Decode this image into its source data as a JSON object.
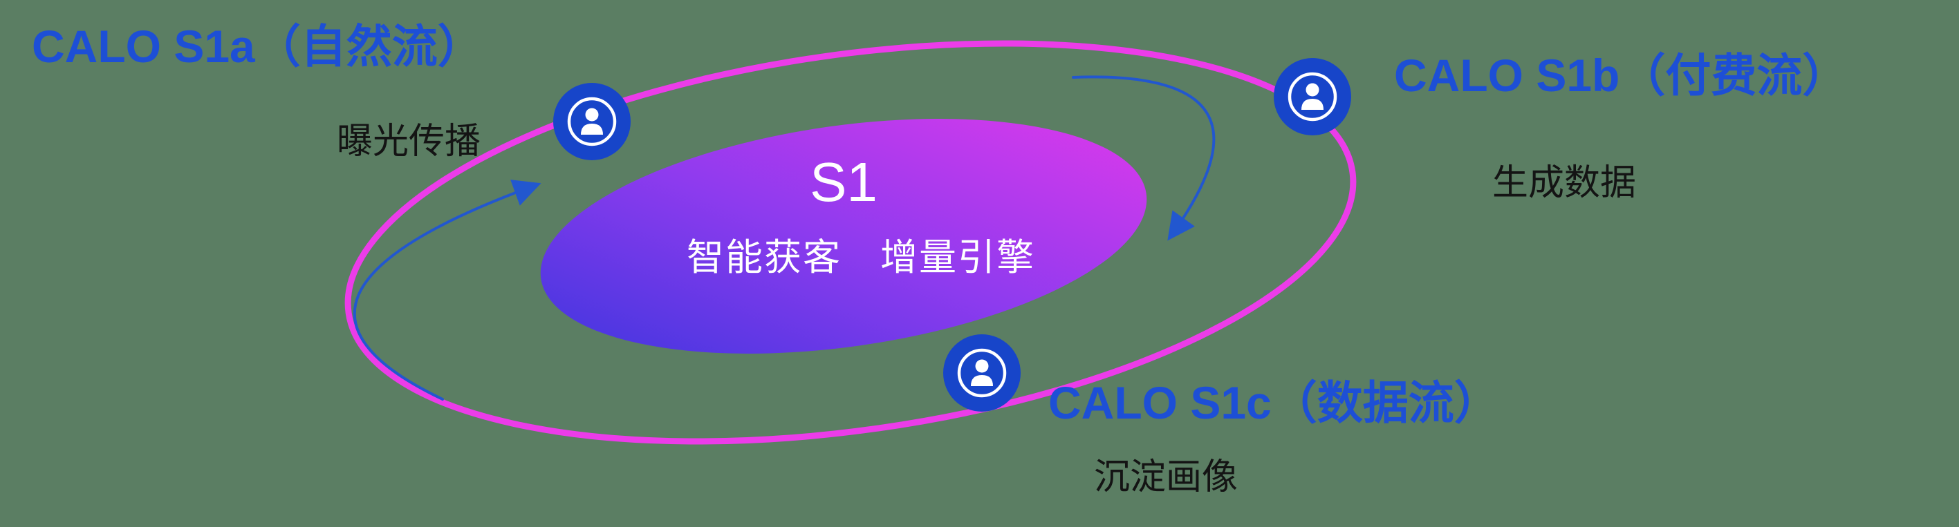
{
  "canvas": {
    "background": "#5b7e63"
  },
  "core": {
    "title": "S1",
    "subtitle": "智能获客　增量引擎"
  },
  "satellites": [
    {
      "id": "s1a",
      "label": "CALO S1a（自然流）",
      "sublabel": "曝光传播"
    },
    {
      "id": "s1b",
      "label": "CALO S1b（付费流）",
      "sublabel": "生成数据"
    },
    {
      "id": "s1c",
      "label": "CALO S1c（数据流）",
      "sublabel": "沉淀画像"
    }
  ],
  "icons": {
    "node": "user-in-circle-icon",
    "flow": "curved-arrow-icon"
  },
  "colors": {
    "background": "#5b7e63",
    "label_blue": "#1d4fd6",
    "sublabel_dark": "#141414",
    "orbit_pink": "#ec3ce9",
    "node_blue": "#1745c9",
    "arrow_blue": "#2257cf",
    "core_text": "#ffffff",
    "core_gradient_start": "#4336df",
    "core_gradient_mid": "#8d3bee",
    "core_gradient_end": "#da39ec"
  }
}
